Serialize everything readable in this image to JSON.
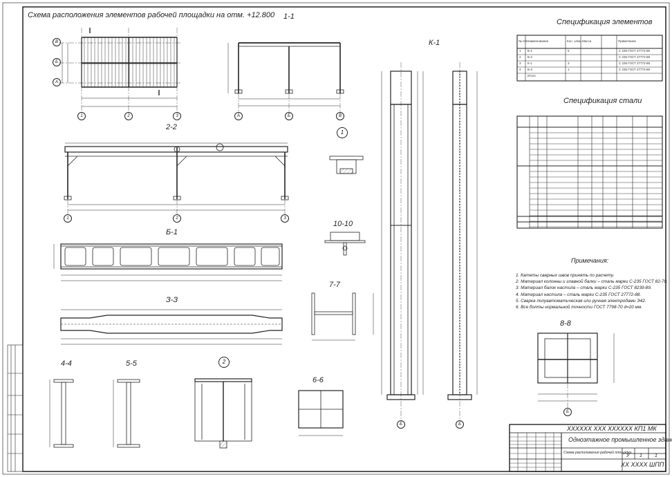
{
  "sheet": {
    "plan_title": "Схема расположения элементов рабочей площадки на отм. +12.800",
    "views": {
      "s11": "1-1",
      "s22": "2-2",
      "bb": "Б-1",
      "zz": "З-З",
      "s44": "4-4",
      "s55": "5-5",
      "s66": "6-6",
      "s77": "7-7",
      "s1010": "10-10",
      "s88": "8-8",
      "k1": "К-1"
    },
    "nodes": {
      "n1": "1",
      "n2": "2"
    },
    "axes": {
      "plan_rows": [
        "А",
        "Б",
        "В"
      ],
      "plan_cols": [
        "1",
        "2",
        "3"
      ],
      "a11": [
        "А",
        "Б",
        "В"
      ],
      "a22": [
        "1",
        "2",
        "3"
      ],
      "k1": "Б"
    },
    "spec_elements": {
      "title": "Спецификация элементов",
      "header": [
        "№ п/п",
        "Наименование",
        "Кол. элем.",
        "Масса",
        "Примечание"
      ],
      "rows": [
        [
          "1",
          "Б-1",
          "6",
          "",
          "С 235 ГОСТ 27772-88"
        ],
        [
          "2",
          "Б-2",
          "",
          "",
          "С 235 ГОСТ 27772-88"
        ],
        [
          "3",
          "К-1",
          "3",
          "",
          "С 235 ГОСТ 27772-88"
        ],
        [
          "4",
          "Б-3",
          "1",
          "",
          "С 235 ГОСТ 27772-88"
        ],
        [
          "",
          "Итого",
          "",
          "",
          ""
        ]
      ]
    },
    "spec_column": {
      "title": "Спецификация стали"
    },
    "notes": {
      "title": "Примечания:",
      "items": [
        "1. Катеты сварных швов принять по расчету.",
        "2. Материал колонны и главной балки – сталь марки С-235 ГОСТ 82-70.",
        "3. Материал балок настила – сталь марки С-235 ГОСТ 8239-89.",
        "4. Материал настила – сталь марки С-235 ГОСТ 27772-88.",
        "5. Сварка полуавтоматическая или ручная электродами Э42.",
        "6. Все болты нормальной точности ГОСТ 7798-70 d=20 мм."
      ]
    },
    "title_block": {
      "code": "ХХХХХХ  ХХХ  ХХХХХХ  КП1 МК",
      "project": "Одноэтажное промышленное здание",
      "drawing": "Схема расположения рабочей площадки",
      "stage": "У",
      "sheet_no": "1",
      "sheets": "1",
      "org": "ХХ ХХХХ ШПП"
    }
  }
}
